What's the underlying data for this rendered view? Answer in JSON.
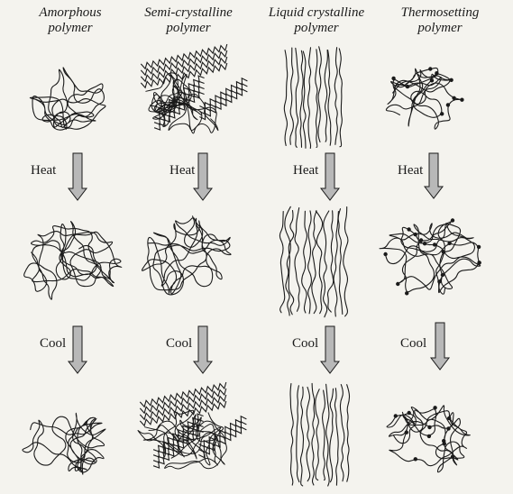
{
  "columns": [
    {
      "title": "Amorphous\npolymer",
      "heat_label": "Heat",
      "cool_label": "Cool"
    },
    {
      "title": "Semi-crystalline\npolymer",
      "heat_label": "Heat",
      "cool_label": "Cool"
    },
    {
      "title": "Liquid crystalline\npolymer",
      "heat_label": "Heat",
      "cool_label": "Cool"
    },
    {
      "title": "Thermosetting\npolymer",
      "heat_label": "Heat",
      "cool_label": "Cool"
    }
  ],
  "colors": {
    "ink": "#1a1a1a",
    "arrow_fill": "#b8b8b8",
    "background": "#f4f3ee"
  }
}
